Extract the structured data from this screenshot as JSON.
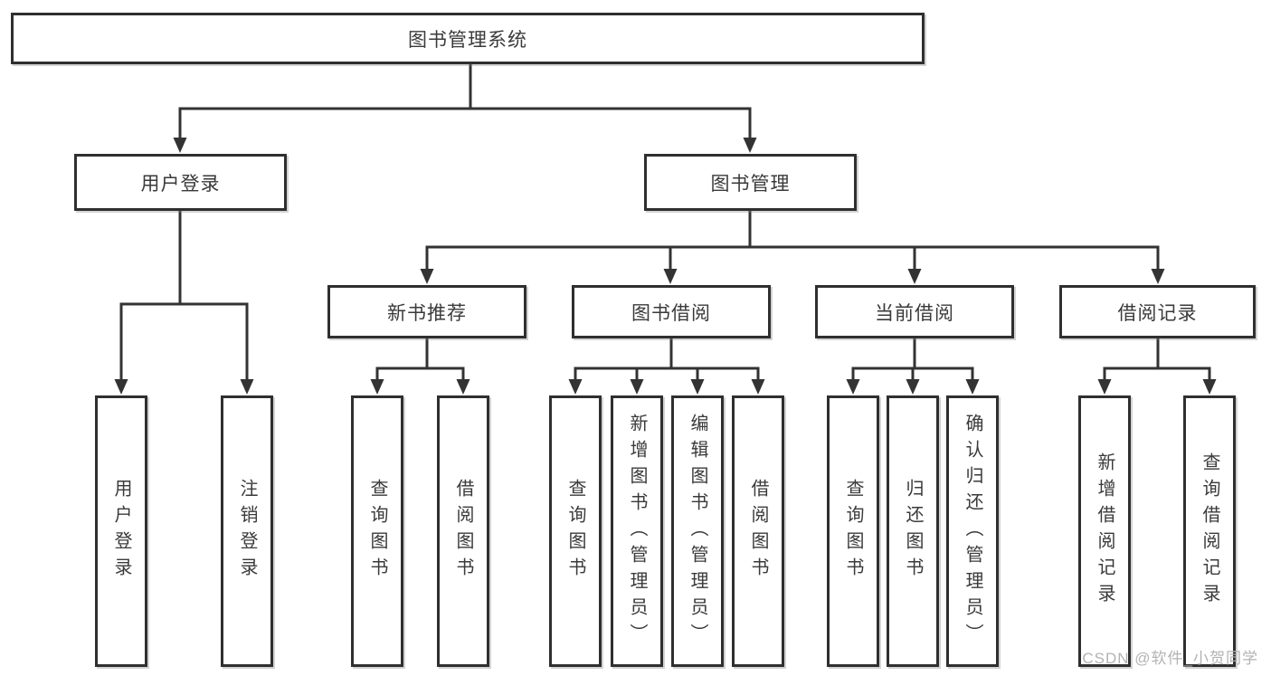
{
  "tree": {
    "label": "图书管理系统",
    "children": [
      {
        "label": "用户登录",
        "children": [
          {
            "label": "用户登录"
          },
          {
            "label": "注销登录"
          }
        ]
      },
      {
        "label": "图书管理",
        "children": [
          {
            "label": "新书推荐",
            "children": [
              {
                "label": "查询图书"
              },
              {
                "label": "借阅图书"
              }
            ]
          },
          {
            "label": "图书借阅",
            "children": [
              {
                "label": "查询图书"
              },
              {
                "label": "新增图书（管理员）"
              },
              {
                "label": "编辑图书（管理员）"
              },
              {
                "label": "借阅图书"
              }
            ]
          },
          {
            "label": "当前借阅",
            "children": [
              {
                "label": "查询图书"
              },
              {
                "label": "归还图书"
              },
              {
                "label": "确认归还（管理员）"
              }
            ]
          },
          {
            "label": "借阅记录",
            "children": [
              {
                "label": "新增借阅记录"
              },
              {
                "label": "查询借阅记录"
              }
            ]
          }
        ]
      }
    ]
  },
  "watermark": "CSDN @软件_小贺同学",
  "colors": {
    "line": "#333333",
    "box_border": "#2f2f2f",
    "text": "#3a3a3a",
    "watermark": "#b3b3b3",
    "background": "#ffffff"
  }
}
